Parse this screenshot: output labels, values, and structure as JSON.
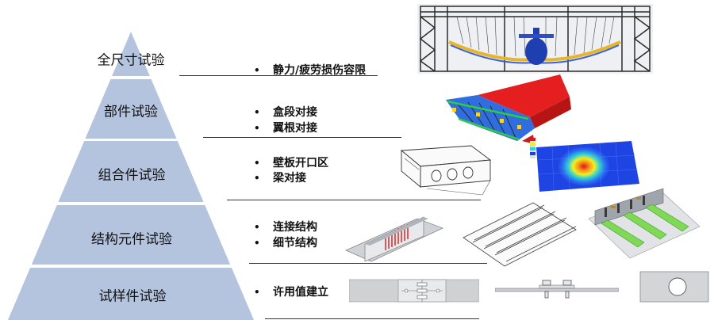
{
  "colors": {
    "tier_fill": "#b4c3de",
    "tier_edge": "#ffffff"
  },
  "tiers": [
    {
      "label": "全尺寸试验",
      "bullets": [
        "静力/疲劳损伤容限"
      ]
    },
    {
      "label": "部件试验",
      "bullets": [
        "盒段对接",
        "翼根对接"
      ]
    },
    {
      "label": "组合件试验",
      "bullets": [
        "壁板开口区",
        "梁对接"
      ]
    },
    {
      "label": "结构元件试验",
      "bullets": [
        "连接结构",
        "细节结构"
      ]
    },
    {
      "label": "试样件试验",
      "bullets": [
        "许用值建立"
      ]
    }
  ],
  "bullet_glyph": "•",
  "illustrations": [
    "full-scale-aircraft-test-rig",
    "wing-box-fe-model",
    "panel-cutout-assembly",
    "stress-contour-plot",
    "spar-joint-element",
    "stiffened-panel",
    "joint-detail-element",
    "lap-joint-coupon",
    "bolted-joint-sideview",
    "open-hole-coupon"
  ]
}
